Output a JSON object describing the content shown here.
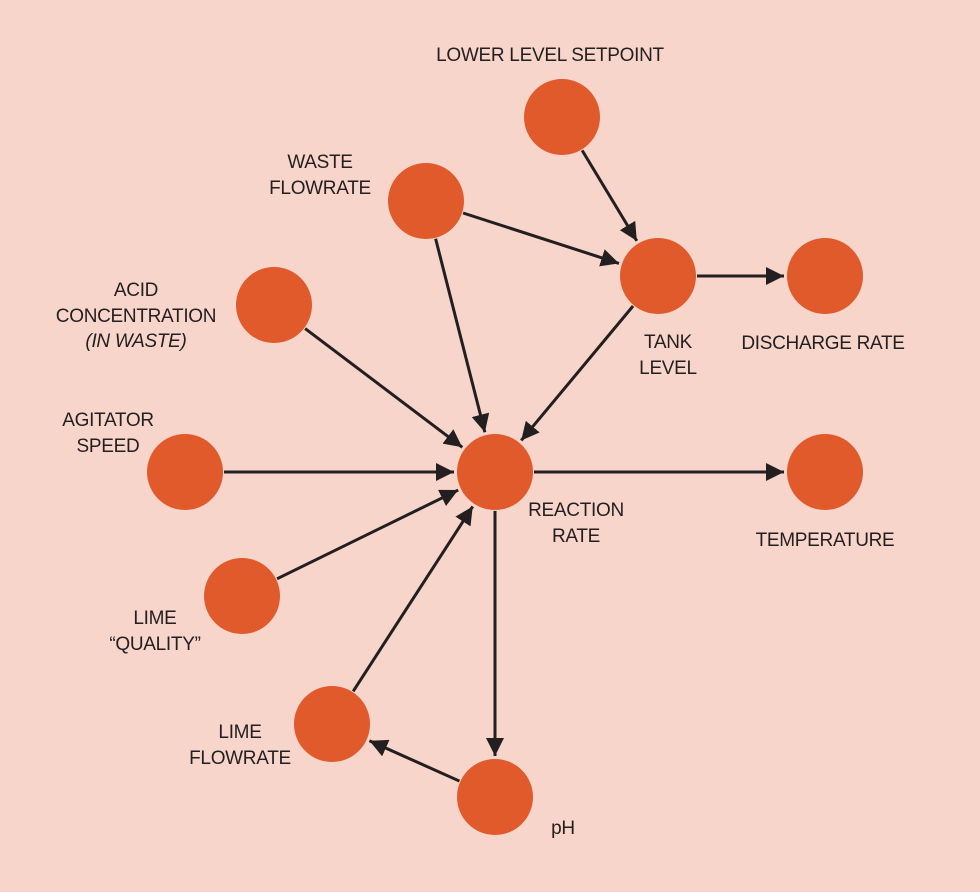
{
  "colors": {
    "background": "#f7d5ca",
    "node": "#e05a2b",
    "edge": "#231f20"
  },
  "nodes": [
    {
      "id": "setpoint",
      "label": [
        "LOWER LEVEL SETPOINT"
      ]
    },
    {
      "id": "waste",
      "label": [
        "WASTE",
        "FLOWRATE"
      ]
    },
    {
      "id": "tank",
      "label": [
        "TANK",
        "LEVEL"
      ]
    },
    {
      "id": "discharge",
      "label": [
        "DISCHARGE RATE"
      ]
    },
    {
      "id": "acid",
      "label": [
        "ACID",
        "CONCENTRATION",
        "(IN WASTE)"
      ]
    },
    {
      "id": "reaction",
      "label": [
        "REACTION",
        "RATE"
      ]
    },
    {
      "id": "agitator",
      "label": [
        "AGITATOR",
        "SPEED"
      ]
    },
    {
      "id": "temperature",
      "label": [
        "TEMPERATURE"
      ]
    },
    {
      "id": "limequality",
      "label": [
        "LIME",
        "“QUALITY”"
      ]
    },
    {
      "id": "limeflow",
      "label": [
        "LIME",
        "FLOWRATE"
      ]
    },
    {
      "id": "ph",
      "label": [
        "pH"
      ]
    }
  ],
  "edges": [
    [
      "setpoint",
      "tank"
    ],
    [
      "waste",
      "tank"
    ],
    [
      "waste",
      "reaction"
    ],
    [
      "tank",
      "discharge"
    ],
    [
      "tank",
      "reaction"
    ],
    [
      "acid",
      "reaction"
    ],
    [
      "agitator",
      "reaction"
    ],
    [
      "reaction",
      "temperature"
    ],
    [
      "limequality",
      "reaction"
    ],
    [
      "limeflow",
      "reaction"
    ],
    [
      "reaction",
      "ph"
    ],
    [
      "ph",
      "limeflow"
    ]
  ]
}
